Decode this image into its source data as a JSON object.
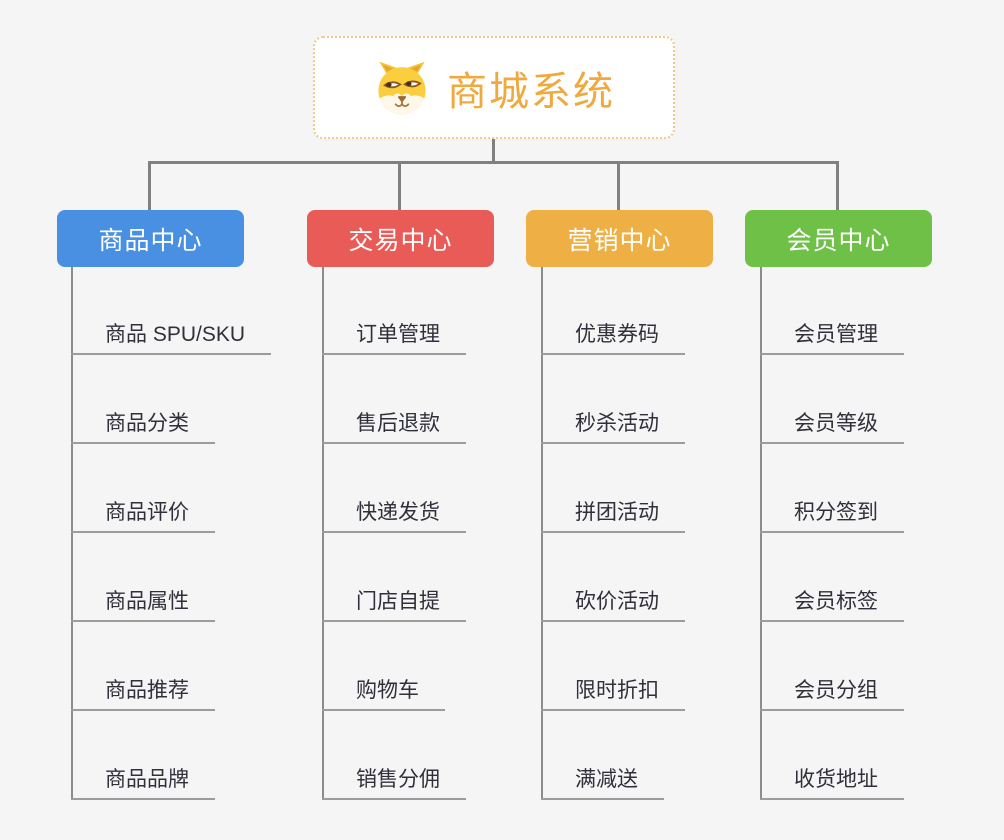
{
  "page": {
    "background_color": "#f5f5f5",
    "connector_color": "#808080"
  },
  "root": {
    "title": "商城系统",
    "icon": "shiba-dog-icon",
    "title_color": "#f0a93c",
    "border_color": "#f2c986"
  },
  "branches": [
    {
      "label": "商品中心",
      "color": "#4a90e2",
      "items": [
        "商品 SPU/SKU",
        "商品分类",
        "商品评价",
        "商品属性",
        "商品推荐",
        "商品品牌"
      ]
    },
    {
      "label": "交易中心",
      "color": "#e85b57",
      "items": [
        "订单管理",
        "售后退款",
        "快递发货",
        "门店自提",
        "购物车",
        "销售分佣"
      ]
    },
    {
      "label": "营销中心",
      "color": "#eeb044",
      "items": [
        "优惠券码",
        "秒杀活动",
        "拼团活动",
        "砍价活动",
        "限时折扣",
        "满减送"
      ]
    },
    {
      "label": "会员中心",
      "color": "#6fc047",
      "items": [
        "会员管理",
        "会员等级",
        "积分签到",
        "会员标签",
        "会员分组",
        "收货地址"
      ]
    }
  ]
}
